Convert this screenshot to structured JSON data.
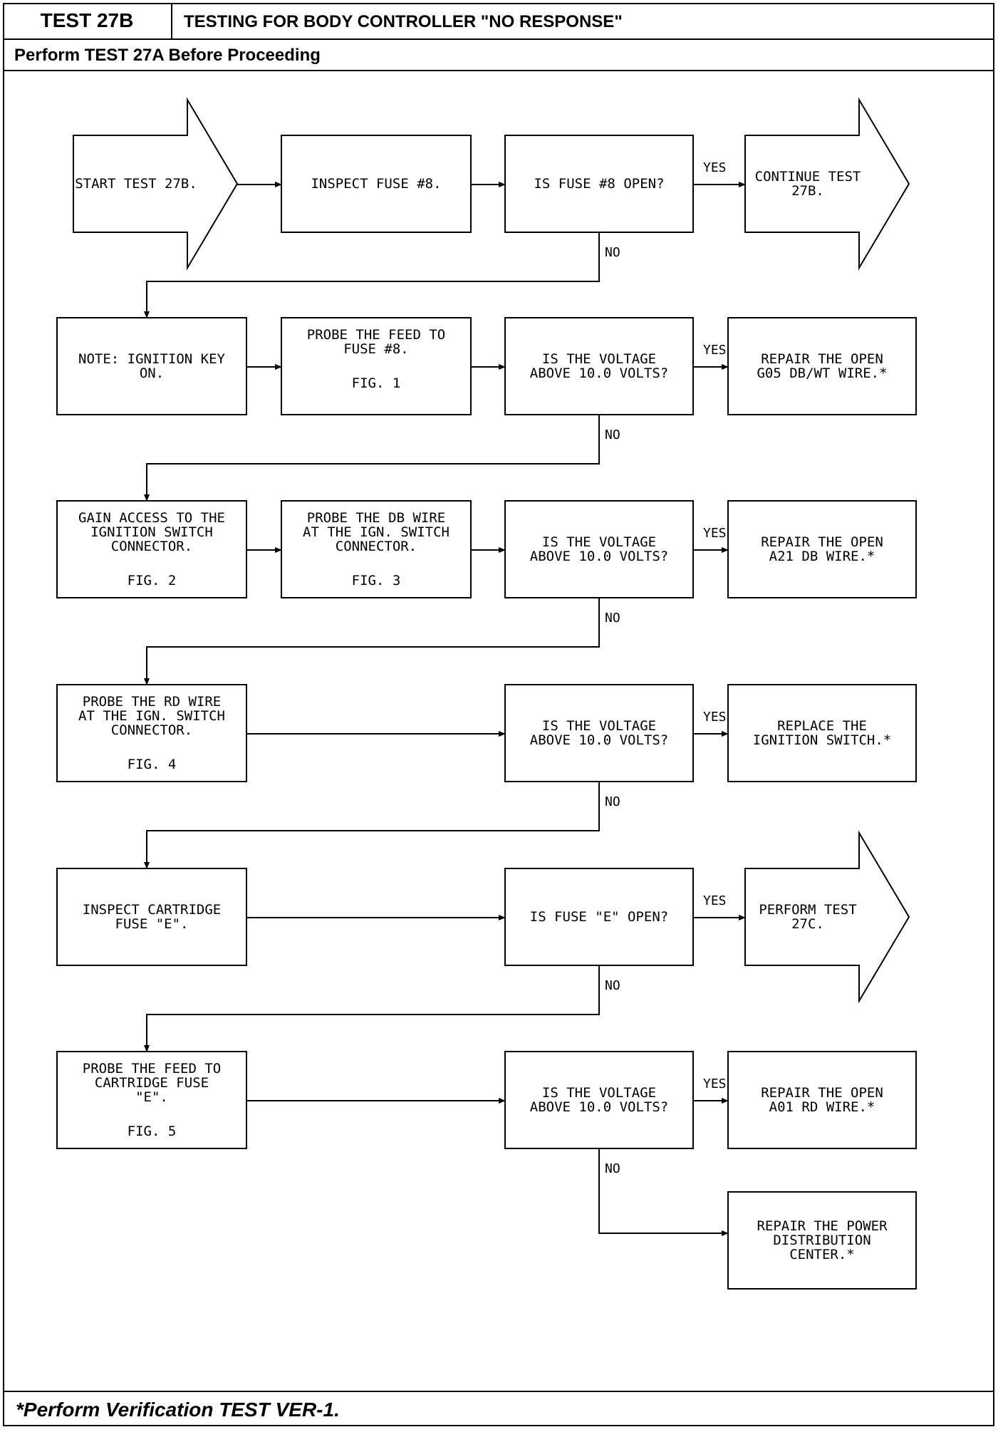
{
  "header": {
    "test_id": "TEST 27B",
    "title": "TESTING FOR BODY CONTROLLER \"NO RESPONSE\"",
    "prerequisite": "Perform TEST 27A Before Proceeding"
  },
  "footer": {
    "note": "*Perform Verification TEST VER-1."
  },
  "flowchart": {
    "nodes": [
      {
        "id": "start",
        "shape": "arrow",
        "lines": [
          "START TEST 27B."
        ]
      },
      {
        "id": "inspect-fuse-8",
        "shape": "box",
        "lines": [
          "INSPECT FUSE #8."
        ]
      },
      {
        "id": "q-fuse-8-open",
        "shape": "box",
        "lines": [
          "IS FUSE #8 OPEN?"
        ]
      },
      {
        "id": "continue-27b",
        "shape": "arrow",
        "lines": [
          "CONTINUE TEST",
          "27B."
        ]
      },
      {
        "id": "note-ignition",
        "shape": "box",
        "lines": [
          "NOTE: IGNITION KEY",
          "ON."
        ]
      },
      {
        "id": "probe-feed-fuse-8",
        "shape": "box",
        "lines": [
          "PROBE THE FEED TO",
          "FUSE #8.",
          "",
          "FIG. 1"
        ]
      },
      {
        "id": "q-voltage-1",
        "shape": "box",
        "lines": [
          "IS THE VOLTAGE",
          "ABOVE 10.0 VOLTS?"
        ]
      },
      {
        "id": "repair-g05",
        "shape": "box",
        "lines": [
          "REPAIR THE OPEN",
          "G05 DB/WT WIRE.*"
        ]
      },
      {
        "id": "gain-access",
        "shape": "box",
        "lines": [
          "GAIN ACCESS TO THE",
          "IGNITION SWITCH",
          "CONNECTOR.",
          "",
          "FIG. 2"
        ]
      },
      {
        "id": "probe-db-wire",
        "shape": "box",
        "lines": [
          "PROBE THE DB WIRE",
          "AT THE IGN. SWITCH",
          "CONNECTOR.",
          "",
          "FIG. 3"
        ]
      },
      {
        "id": "q-voltage-2",
        "shape": "box",
        "lines": [
          "IS THE VOLTAGE",
          "ABOVE 10.0 VOLTS?"
        ]
      },
      {
        "id": "repair-a21",
        "shape": "box",
        "lines": [
          "REPAIR THE OPEN",
          "A21 DB WIRE.*"
        ]
      },
      {
        "id": "probe-rd-wire",
        "shape": "box",
        "lines": [
          "PROBE THE RD WIRE",
          "AT THE IGN. SWITCH",
          "CONNECTOR.",
          "",
          "FIG. 4"
        ]
      },
      {
        "id": "q-voltage-3",
        "shape": "box",
        "lines": [
          "IS THE VOLTAGE",
          "ABOVE 10.0 VOLTS?"
        ]
      },
      {
        "id": "replace-ign-switch",
        "shape": "box",
        "lines": [
          "REPLACE THE",
          "IGNITION SWITCH.*"
        ]
      },
      {
        "id": "inspect-cart-fuse",
        "shape": "box",
        "lines": [
          "INSPECT CARTRIDGE",
          "FUSE \"E\"."
        ]
      },
      {
        "id": "q-fuse-e-open",
        "shape": "box",
        "lines": [
          "IS FUSE \"E\" OPEN?"
        ]
      },
      {
        "id": "perform-27c",
        "shape": "arrow",
        "lines": [
          "PERFORM TEST",
          "27C."
        ]
      },
      {
        "id": "probe-feed-cart",
        "shape": "box",
        "lines": [
          "PROBE THE FEED TO",
          "CARTRIDGE FUSE",
          "\"E\".",
          "",
          "FIG. 5"
        ]
      },
      {
        "id": "q-voltage-4",
        "shape": "box",
        "lines": [
          "IS THE VOLTAGE",
          "ABOVE 10.0 VOLTS?"
        ]
      },
      {
        "id": "repair-a01",
        "shape": "box",
        "lines": [
          "REPAIR THE OPEN",
          "A01 RD WIRE.*"
        ]
      },
      {
        "id": "repair-pdc",
        "shape": "box",
        "lines": [
          "REPAIR THE POWER",
          "DISTRIBUTION",
          "CENTER.*"
        ]
      }
    ],
    "edges": [
      {
        "from": "start",
        "to": "inspect-fuse-8",
        "label": ""
      },
      {
        "from": "inspect-fuse-8",
        "to": "q-fuse-8-open",
        "label": ""
      },
      {
        "from": "q-fuse-8-open",
        "to": "continue-27b",
        "label": "YES"
      },
      {
        "from": "q-fuse-8-open",
        "to": "note-ignition",
        "label": "NO"
      },
      {
        "from": "note-ignition",
        "to": "probe-feed-fuse-8",
        "label": ""
      },
      {
        "from": "probe-feed-fuse-8",
        "to": "q-voltage-1",
        "label": ""
      },
      {
        "from": "q-voltage-1",
        "to": "repair-g05",
        "label": "YES"
      },
      {
        "from": "q-voltage-1",
        "to": "gain-access",
        "label": "NO"
      },
      {
        "from": "gain-access",
        "to": "probe-db-wire",
        "label": ""
      },
      {
        "from": "probe-db-wire",
        "to": "q-voltage-2",
        "label": ""
      },
      {
        "from": "q-voltage-2",
        "to": "repair-a21",
        "label": "YES"
      },
      {
        "from": "q-voltage-2",
        "to": "probe-rd-wire",
        "label": "NO"
      },
      {
        "from": "probe-rd-wire",
        "to": "q-voltage-3",
        "label": ""
      },
      {
        "from": "q-voltage-3",
        "to": "replace-ign-switch",
        "label": "YES"
      },
      {
        "from": "q-voltage-3",
        "to": "inspect-cart-fuse",
        "label": "NO"
      },
      {
        "from": "inspect-cart-fuse",
        "to": "q-fuse-e-open",
        "label": ""
      },
      {
        "from": "q-fuse-e-open",
        "to": "perform-27c",
        "label": "YES"
      },
      {
        "from": "q-fuse-e-open",
        "to": "probe-feed-cart",
        "label": "NO"
      },
      {
        "from": "probe-feed-cart",
        "to": "q-voltage-4",
        "label": ""
      },
      {
        "from": "q-voltage-4",
        "to": "repair-a01",
        "label": "YES"
      },
      {
        "from": "q-voltage-4",
        "to": "repair-pdc",
        "label": "NO"
      }
    ]
  }
}
